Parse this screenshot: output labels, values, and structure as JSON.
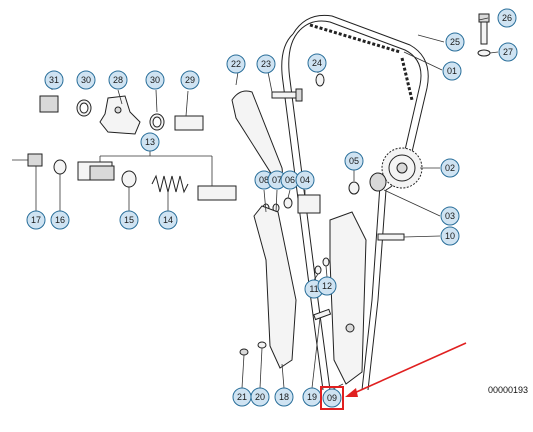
{
  "callouts": [
    {
      "id": "b26",
      "label": "26"
    },
    {
      "id": "b25",
      "label": "25"
    },
    {
      "id": "b27",
      "label": "27"
    },
    {
      "id": "b01",
      "label": "01"
    },
    {
      "id": "b24",
      "label": "24"
    },
    {
      "id": "b22",
      "label": "22"
    },
    {
      "id": "b23",
      "label": "23"
    },
    {
      "id": "b31",
      "label": "31"
    },
    {
      "id": "b30a",
      "label": "30"
    },
    {
      "id": "b28",
      "label": "28"
    },
    {
      "id": "b30b",
      "label": "30"
    },
    {
      "id": "b29",
      "label": "29"
    },
    {
      "id": "b13",
      "label": "13"
    },
    {
      "id": "b05",
      "label": "05"
    },
    {
      "id": "b02",
      "label": "02"
    },
    {
      "id": "b08",
      "label": "08"
    },
    {
      "id": "b07",
      "label": "07"
    },
    {
      "id": "b06",
      "label": "06"
    },
    {
      "id": "b04",
      "label": "04"
    },
    {
      "id": "b17",
      "label": "17"
    },
    {
      "id": "b16",
      "label": "16"
    },
    {
      "id": "b15",
      "label": "15"
    },
    {
      "id": "b14",
      "label": "14"
    },
    {
      "id": "b03",
      "label": "03"
    },
    {
      "id": "b10",
      "label": "10"
    },
    {
      "id": "b11",
      "label": "11"
    },
    {
      "id": "b12",
      "label": "12"
    },
    {
      "id": "b21",
      "label": "21"
    },
    {
      "id": "b20",
      "label": "20"
    },
    {
      "id": "b18",
      "label": "18"
    },
    {
      "id": "b19",
      "label": "19"
    }
  ],
  "highlighted_callout": {
    "label": "09",
    "color": "#e02020"
  },
  "arrow_color": "#e02020",
  "reference_number": "00000193"
}
